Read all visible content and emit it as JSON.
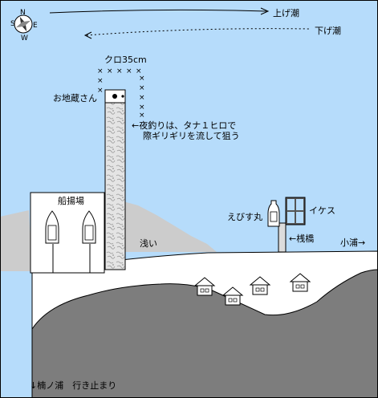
{
  "currents": {
    "rising": "上げ潮",
    "falling": "下げ潮"
  },
  "compass": {
    "n": "N",
    "e": "E",
    "s": "S",
    "w": "W"
  },
  "labels": {
    "kuro": "クロ35cm",
    "ojizo": "お地蔵さん",
    "night_line1": "←夜釣りは、タナ１ヒロで",
    "night_line2": "際ギリギリを流して狙う",
    "funaageba": "船揚場",
    "asai": "浅い",
    "ebisumaru": "えびす丸",
    "ikesu": "イケス",
    "sanbashi": "←桟橋",
    "koura": "小浦→",
    "kusunoura": "↓楠ノ浦　行き止まり"
  },
  "colors": {
    "sea": "#b6dcfb",
    "land": "#cccccc",
    "dark_land": "#7d7d7d",
    "road": "#ffffff",
    "pier": "#dcdcdc",
    "outline": "#000000"
  },
  "icons": [
    "compass-rose-icon",
    "boat-icon",
    "house-icon",
    "fishing-spot-icon"
  ]
}
